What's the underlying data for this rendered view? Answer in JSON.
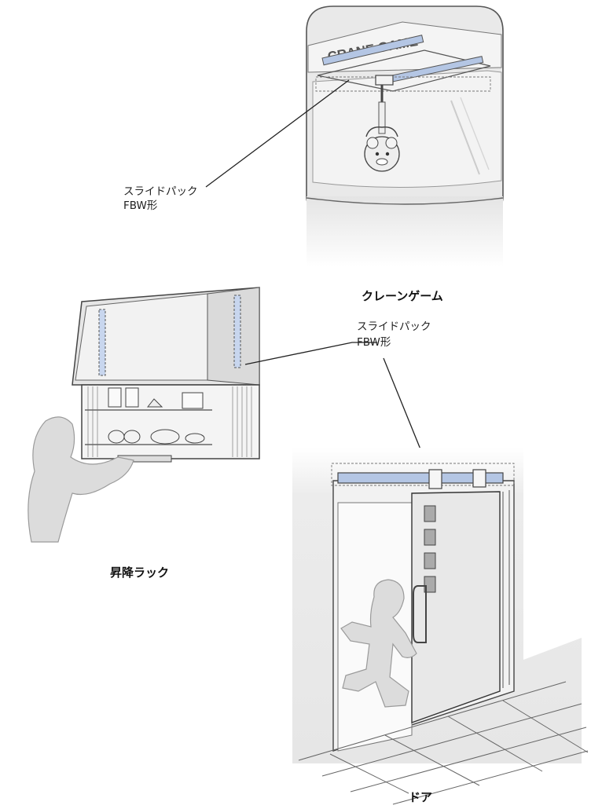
{
  "crane": {
    "sign": "CRANE GAME",
    "callout_line1": "スライドパック",
    "callout_line2": "FBW形",
    "caption": "クレーンゲーム"
  },
  "rack": {
    "callout_line1": "スライドパック",
    "callout_line2": "FBW形",
    "caption": "昇降ラック"
  },
  "door": {
    "caption": "ドア"
  },
  "colors": {
    "rail_blue": "#b4c6e4",
    "line": "#444444",
    "panel_gray": "#e3e3e3",
    "figure_gray": "#dcdcdc"
  }
}
